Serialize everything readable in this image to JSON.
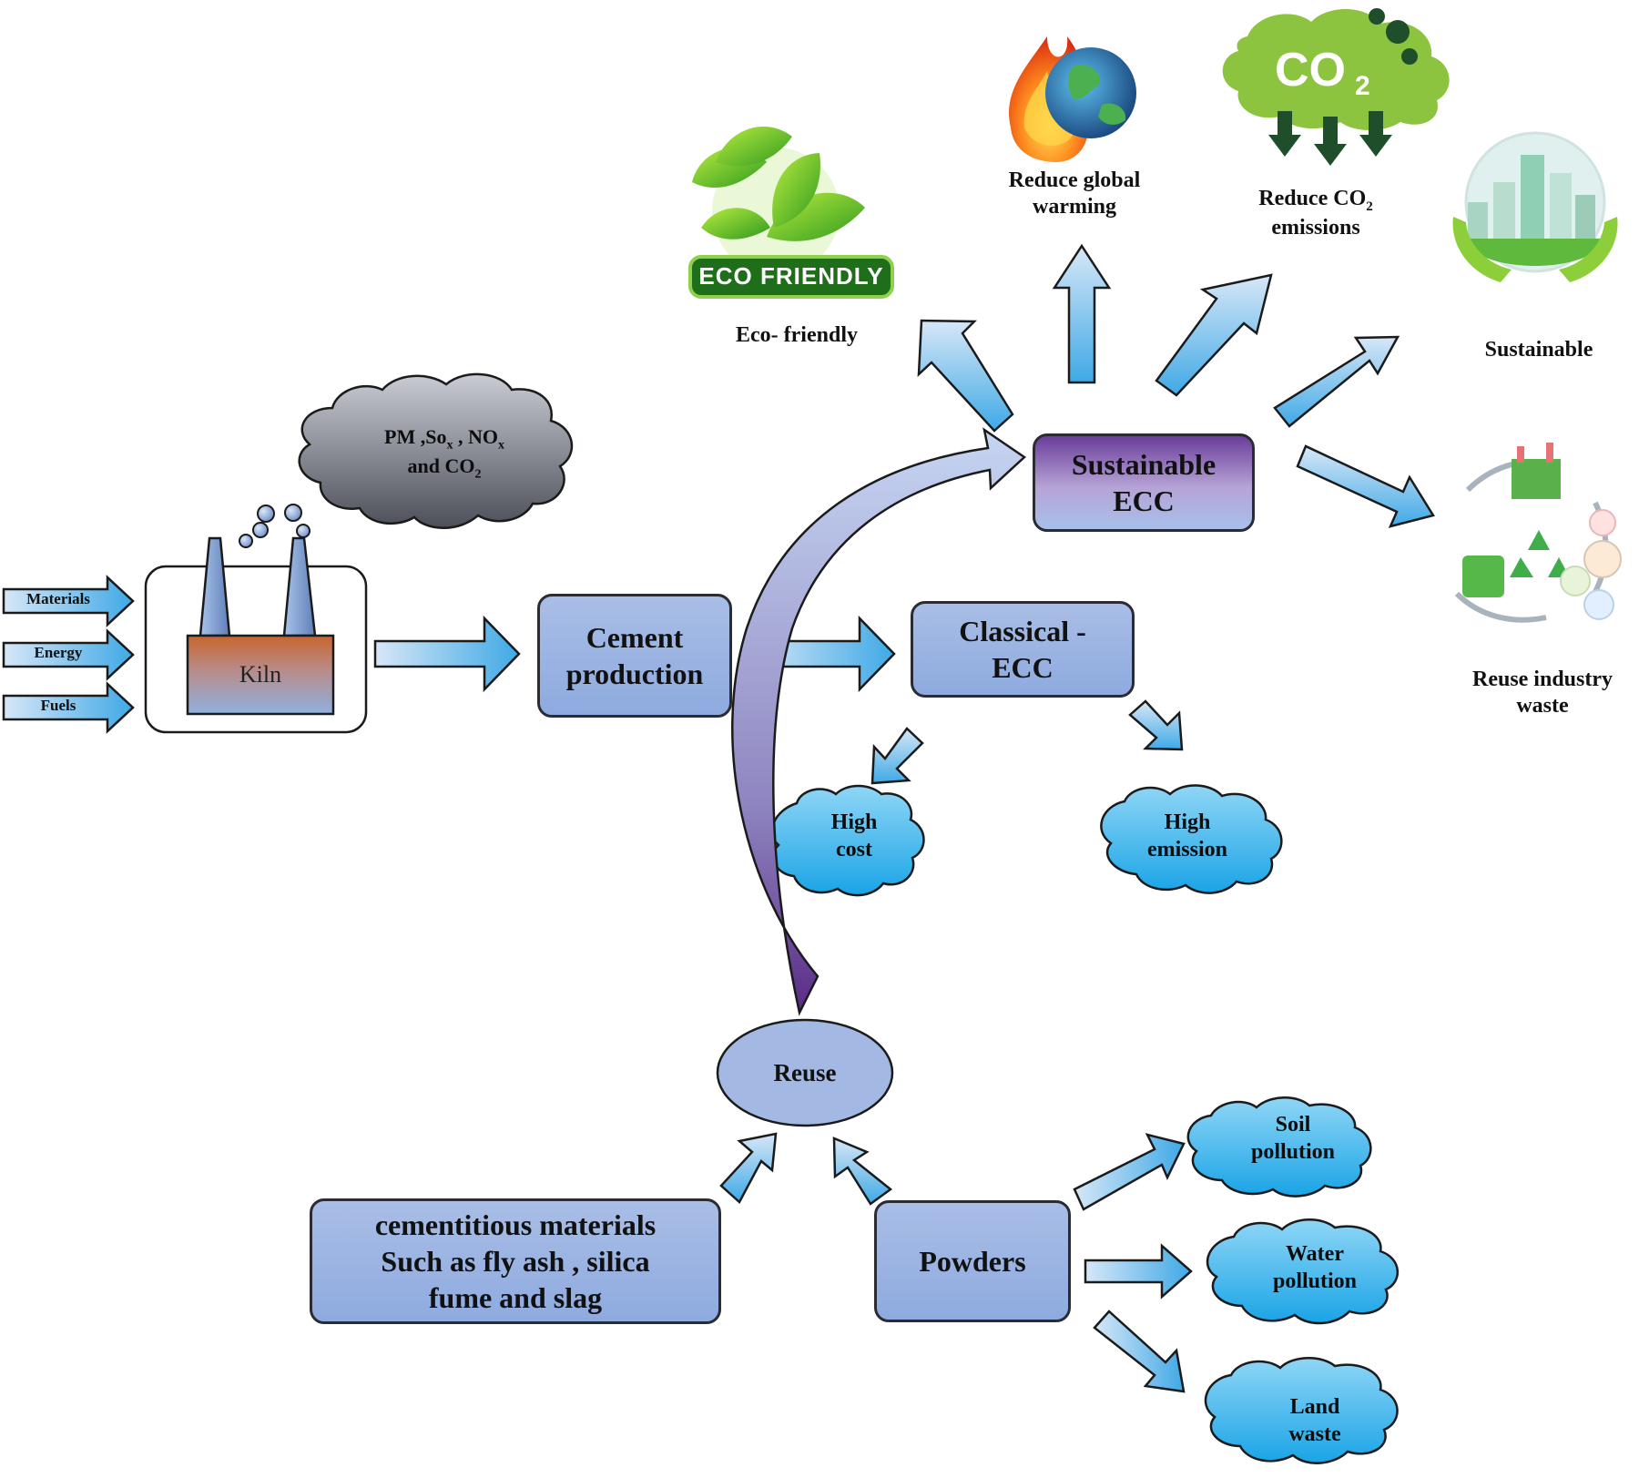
{
  "inputs": {
    "materials": "Materials",
    "energy": "Energy",
    "fuels": "Fuels"
  },
  "kiln": {
    "label": "Kiln"
  },
  "emission_cloud": {
    "line1": "PM ,So",
    "sub1": "x",
    "mid": " , NO",
    "sub2": "x",
    "line2": "and CO",
    "sub3": "2"
  },
  "cement_production": {
    "label": "Cement production"
  },
  "classical_ecc": {
    "line1": "Classical -",
    "line2": "ECC"
  },
  "sustainable_ecc": {
    "line1": "Sustainable",
    "line2": "ECC"
  },
  "high_cost": {
    "line1": "High",
    "line2": "cost"
  },
  "high_emission": {
    "line1": "High",
    "line2": "emission"
  },
  "benefits": {
    "eco_friendly": "Eco- friendly",
    "eco_badge": "ECO FRIENDLY",
    "global_warming_1": "Reduce global",
    "global_warming_2": "warming",
    "co2_1": "Reduce CO",
    "co2_sub": "2",
    "co2_2": "emissions",
    "co2_icon_text": "CO",
    "co2_icon_sub": "2",
    "sustainable": "Sustainable",
    "reuse_waste_1": "Reuse industry",
    "reuse_waste_2": "waste"
  },
  "reuse": {
    "label": "Reuse"
  },
  "cementitious": {
    "line1": "cementitious materials",
    "line2": "Such as fly ash , silica",
    "line3": "fume and slag"
  },
  "powders": {
    "label": "Powders"
  },
  "pollution": {
    "soil_1": "Soil",
    "soil_2": "pollution",
    "water_1": "Water",
    "water_2": "pollution",
    "land_1": "Land",
    "land_2": "waste"
  },
  "colors": {
    "arrow_fill": "#5db3e8",
    "box_fill": "#97b1e2",
    "sustainable_top": "#6a3d9a",
    "cloud_blue": "#40b8ee",
    "cloud_gray": "#5a5d68"
  }
}
